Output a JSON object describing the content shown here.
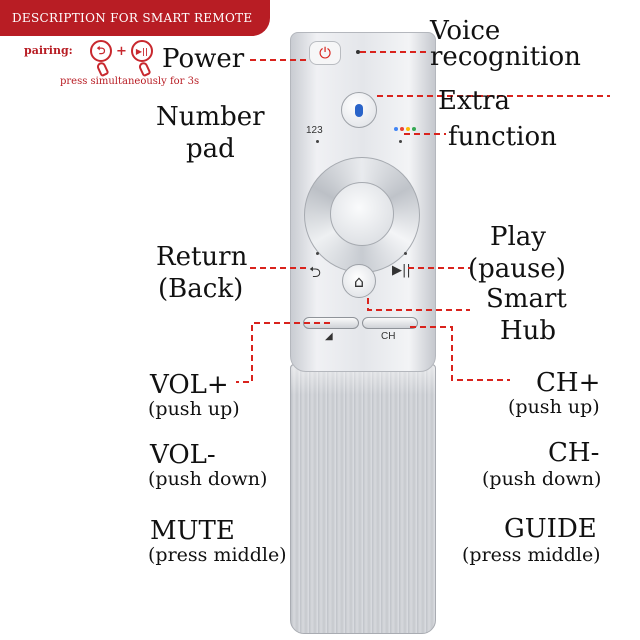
{
  "header": {
    "banner": "DESCRIPTION FOR SMART REMOTE",
    "pairing_label": "pairing:",
    "pairing_plus": "+",
    "pairing_icon_back": "⮌",
    "pairing_icon_play": "▶||",
    "pairing_note": "press simultaneously for 3s"
  },
  "labels": {
    "power": "Power",
    "voice_line1": "Voice",
    "voice_line2": "recognition",
    "extra": "Extra",
    "function": "function",
    "number_line1": "Number",
    "number_line2": "pad",
    "return_line1": "Return",
    "return_line2": "(Back)",
    "play_line1": "Play",
    "play_line2": "(pause)",
    "smart_line1": "Smart",
    "smart_line2": "Hub",
    "vol_plus": "VOL+",
    "vol_plus_sub": "(push up)",
    "vol_minus": "VOL-",
    "vol_minus_sub": "(push down)",
    "mute": "MUTE",
    "mute_sub": "(press middle)",
    "ch_plus": "CH+",
    "ch_plus_sub": "(push up)",
    "ch_minus": "CH-",
    "ch_minus_sub": "(push down)",
    "guide": "GUIDE",
    "guide_sub": "(press middle)"
  },
  "remote": {
    "power_glyph": "⏻",
    "number_text": "123",
    "back_glyph": "⮌",
    "play_glyph": "▶||",
    "home_glyph": "⌂",
    "vol_glyph": "◢",
    "ch_text": "CH",
    "extra_dots": [
      "#4285f4",
      "#ea4335",
      "#fbbc05",
      "#34a853"
    ]
  },
  "colors": {
    "accent_red": "#b81d24",
    "leader_red": "#d9231d"
  }
}
